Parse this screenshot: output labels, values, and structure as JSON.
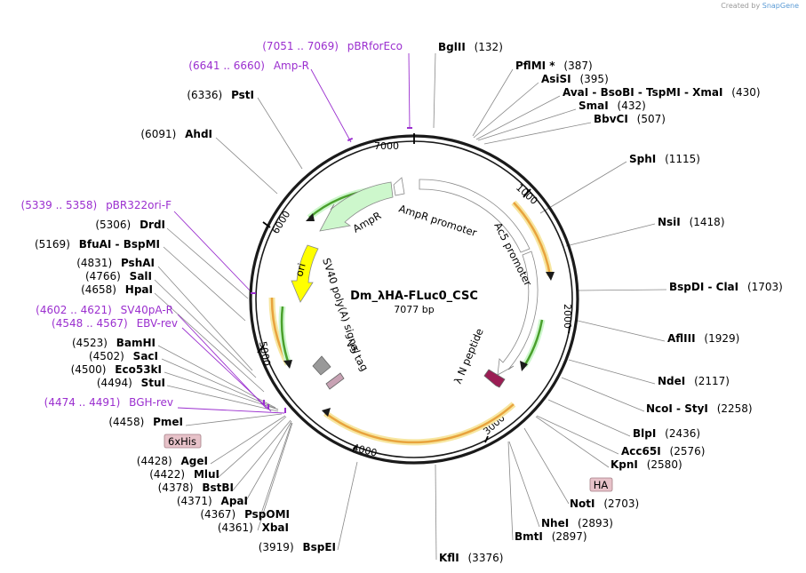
{
  "credit": {
    "prefix": "Created by",
    "brand": "SnapGene"
  },
  "map": {
    "name": "Dm_λHA-FLuc0_CSC",
    "length_label": "7077 bp",
    "total_bp": 7077
  },
  "ticks": [
    "1000",
    "2000",
    "3000",
    "4000",
    "5000",
    "6000",
    "7000"
  ],
  "sites": [
    {
      "id": "BglII",
      "text": "BglII",
      "pos": "(132)"
    },
    {
      "id": "PflMI",
      "text": "PflMI *",
      "pos": "(387)"
    },
    {
      "id": "AsiSI",
      "text": "AsiSI",
      "pos": "(395)"
    },
    {
      "id": "AvaI",
      "text": "AvaI - BsoBI - TspMI - XmaI",
      "pos": "(430)"
    },
    {
      "id": "SmaI",
      "text": "SmaI",
      "pos": "(432)"
    },
    {
      "id": "BbvCI",
      "text": "BbvCI",
      "pos": "(507)"
    },
    {
      "id": "SphI",
      "text": "SphI",
      "pos": "(1115)"
    },
    {
      "id": "NsiI",
      "text": "NsiI",
      "pos": "(1418)"
    },
    {
      "id": "BspDI",
      "text": "BspDI - ClaI",
      "pos": "(1703)"
    },
    {
      "id": "AflIII",
      "text": "AflIII",
      "pos": "(1929)"
    },
    {
      "id": "NdeI",
      "text": "NdeI",
      "pos": "(2117)"
    },
    {
      "id": "NcoI",
      "text": "NcoI - StyI",
      "pos": "(2258)"
    },
    {
      "id": "BlpI",
      "text": "BlpI",
      "pos": "(2436)"
    },
    {
      "id": "Acc65I",
      "text": "Acc65I",
      "pos": "(2576)"
    },
    {
      "id": "KpnI",
      "text": "KpnI",
      "pos": "(2580)"
    },
    {
      "id": "NotI",
      "text": "NotI",
      "pos": "(2703)"
    },
    {
      "id": "NheI",
      "text": "NheI",
      "pos": "(2893)"
    },
    {
      "id": "BmtI",
      "text": "BmtI",
      "pos": "(2897)"
    },
    {
      "id": "KflI",
      "text": "KflI",
      "pos": "(3376)"
    },
    {
      "id": "BspEI",
      "text": "BspEI",
      "pos": "(3919)"
    },
    {
      "id": "XbaI",
      "text": "XbaI",
      "pos": "(4361)"
    },
    {
      "id": "PspOMI",
      "text": "PspOMI",
      "pos": "(4367)"
    },
    {
      "id": "ApaI",
      "text": "ApaI",
      "pos": "(4371)"
    },
    {
      "id": "BstBI",
      "text": "BstBI",
      "pos": "(4378)"
    },
    {
      "id": "MluI",
      "text": "MluI",
      "pos": "(4422)"
    },
    {
      "id": "AgeI",
      "text": "AgeI",
      "pos": "(4428)"
    },
    {
      "id": "PmeI",
      "text": "PmeI",
      "pos": "(4458)"
    },
    {
      "id": "StuI",
      "text": "StuI",
      "pos": "(4494)"
    },
    {
      "id": "Eco53kI",
      "text": "Eco53kI",
      "pos": "(4500)"
    },
    {
      "id": "SacI",
      "text": "SacI",
      "pos": "(4502)"
    },
    {
      "id": "BamHI",
      "text": "BamHI",
      "pos": "(4523)"
    },
    {
      "id": "HpaI",
      "text": "HpaI",
      "pos": "(4658)"
    },
    {
      "id": "SalI",
      "text": "SalI",
      "pos": "(4766)"
    },
    {
      "id": "PshAI",
      "text": "PshAI",
      "pos": "(4831)"
    },
    {
      "id": "BfuAI",
      "text": "BfuAI - BspMI",
      "pos": "(5169)"
    },
    {
      "id": "DrdI",
      "text": "DrdI",
      "pos": "(5306)"
    },
    {
      "id": "AhdI",
      "text": "AhdI",
      "pos": "(6091)"
    },
    {
      "id": "PstI",
      "text": "PstI",
      "pos": "(6336)"
    }
  ],
  "primers": [
    {
      "id": "pBRforEco",
      "range": "(7051 .. 7069)",
      "name": "pBRforEco"
    },
    {
      "id": "Amp-R",
      "range": "(6641 .. 6660)",
      "name": "Amp-R"
    },
    {
      "id": "pBR322ori-F",
      "range": "(5339 .. 5358)",
      "name": "pBR322ori-F"
    },
    {
      "id": "SV40pA-R",
      "range": "(4602 .. 4621)",
      "name": "SV40pA-R"
    },
    {
      "id": "EBV-rev",
      "range": "(4548 .. 4567)",
      "name": "EBV-rev"
    },
    {
      "id": "BGH-rev",
      "range": "(4474 .. 4491)",
      "name": "BGH-rev"
    }
  ],
  "tags": [
    "6xHis",
    "HA"
  ],
  "features": [
    {
      "id": "AmpR",
      "label": "AmpR",
      "color": "#cdf7cc"
    },
    {
      "id": "AmpR-promoter",
      "label": "AmpR promoter",
      "color": "#ffffff"
    },
    {
      "id": "Ac5-promoter",
      "label": "Ac5 promoter",
      "color": "#ffffff"
    },
    {
      "id": "ori",
      "label": "ori",
      "color": "#ffff00"
    },
    {
      "id": "SV40",
      "label": "SV40 poly(A) signal",
      "color": "#999999"
    },
    {
      "id": "V5",
      "label": "V5 tag",
      "color": "#c8a2b4"
    },
    {
      "id": "lambdaN",
      "label": "λ N peptide",
      "color": "#9b1d54"
    }
  ],
  "colors": {
    "primer": "#9b2fcf",
    "orf": "#e8a33d",
    "orf_glow": "#f7e6a0",
    "backbone": "#1a1a1a"
  }
}
